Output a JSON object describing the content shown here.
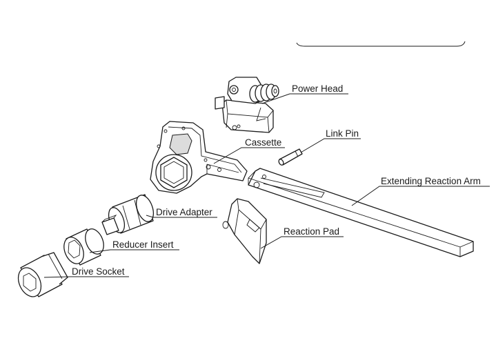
{
  "labels": {
    "power_head": "Power Head",
    "link_pin": "Link Pin",
    "cassette": "Cassette",
    "extending_reaction_arm": "Extending Reaction Arm",
    "drive_adapter": "Drive Adapter",
    "reaction_pad": "Reaction Pad",
    "reducer_insert": "Reducer Insert",
    "drive_socket": "Drive Socket"
  },
  "colors": {
    "line": "#1a1a1a",
    "background": "#ffffff"
  }
}
